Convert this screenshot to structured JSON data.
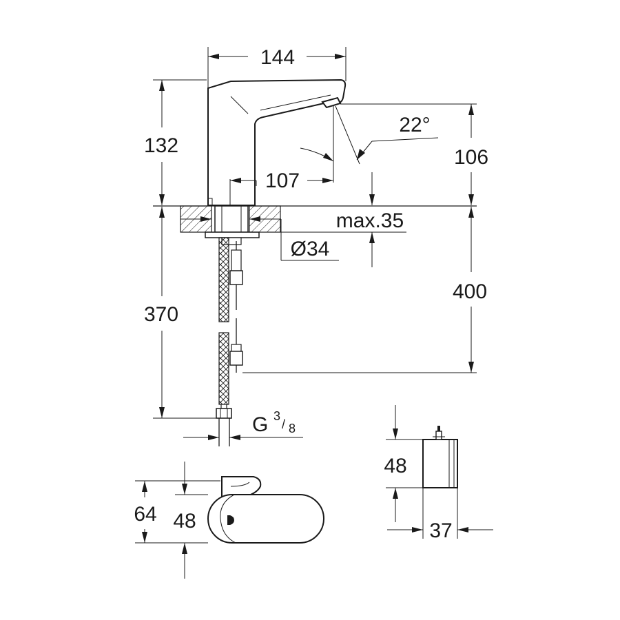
{
  "dimensions": {
    "spout_length": "144",
    "height_above_deck": "132",
    "outlet_height": "106",
    "spray_angle": "22°",
    "outlet_projection": "107",
    "max_deck_thickness": "max.35",
    "hole_diameter": "Ø34",
    "hose_length": "370",
    "below_deck": "400",
    "connection_thread_base": "G",
    "connection_thread_numerator": "3",
    "connection_thread_denominator": "8",
    "base_width": "64",
    "base_depth": "48",
    "box_height": "48",
    "box_width": "37"
  }
}
